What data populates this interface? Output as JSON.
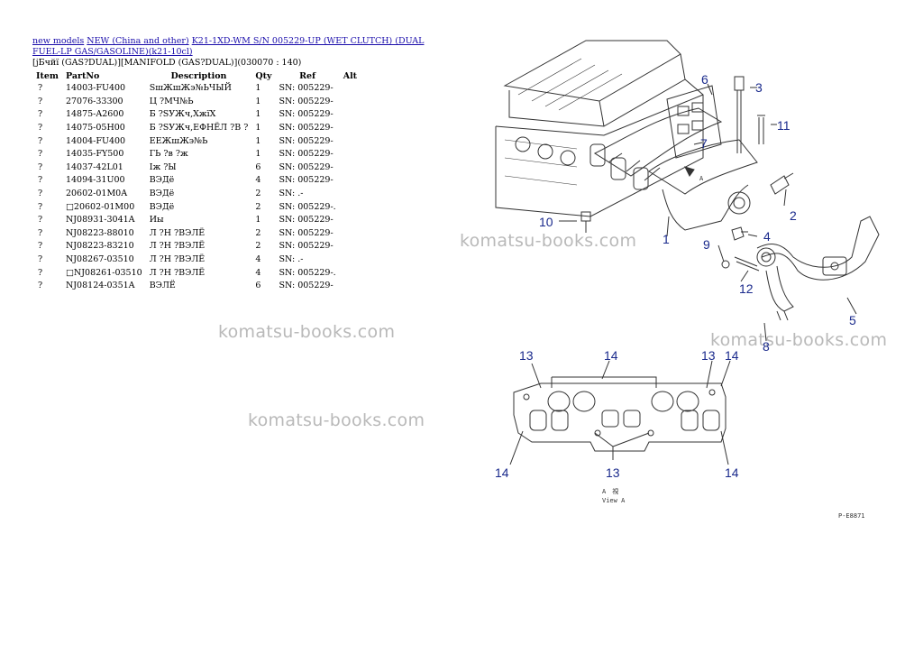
{
  "breadcrumb": {
    "links": [
      "new models",
      "NEW (China and other)",
      "K21-1XD-WM S/N 005229-UP (WET CLUTCH) (DUAL FUEL-LP GAS/GASOLINE)(k21-10cl)"
    ]
  },
  "subtitle": "[јБчйї (GAS?DUAL)][MANIFOLD (GAS?DUAL)](030070 : 140)",
  "table": {
    "headers": [
      "Item",
      "PartNo",
      "Description",
      "Qty",
      "Ref",
      "Alt"
    ],
    "rows": [
      {
        "item": "?",
        "part": "14003-FU400",
        "desc": "SшЖшЖэ№ЬЧЫЙ",
        "qty": "1",
        "ref": "SN: 005229-"
      },
      {
        "item": "?",
        "part": "27076-33300",
        "desc": "Ц ?МЧ№Ь",
        "qty": "1",
        "ref": "SN: 005229-"
      },
      {
        "item": "?",
        "part": "14875-A2600",
        "desc": "Б ?SУЖч,ХжїХ",
        "qty": "1",
        "ref": "SN: 005229-"
      },
      {
        "item": "?",
        "part": "14075-05H00",
        "desc": "Б ?SУЖч,ЕФНЁЛ ?В ?",
        "qty": "1",
        "ref": "SN: 005229-"
      },
      {
        "item": "?",
        "part": "14004-FU400",
        "desc": "ЕЕЖшЖэ№Ь",
        "qty": "1",
        "ref": "SN: 005229-"
      },
      {
        "item": "?",
        "part": "14035-FY500",
        "desc": "ГЬ ?в ?ж",
        "qty": "1",
        "ref": "SN: 005229-"
      },
      {
        "item": "?",
        "part": "14037-42L01",
        "desc": "Іж ?Ы",
        "qty": "6",
        "ref": "SN: 005229-"
      },
      {
        "item": "?",
        "part": "14094-31U00",
        "desc": "ВЭДё",
        "qty": "4",
        "ref": "SN: 005229-"
      },
      {
        "item": "?",
        "part": "20602-01M0A",
        "desc": "ВЭДё",
        "qty": "2",
        "ref": "SN: .-"
      },
      {
        "item": "?",
        "part": "□20602-01M00",
        "desc": "ВЭДё",
        "qty": "2",
        "ref": "SN: 005229-."
      },
      {
        "item": "?",
        "part": "NJ08931-3041A",
        "desc": "Иы",
        "qty": "1",
        "ref": "SN: 005229-"
      },
      {
        "item": "?",
        "part": "NJ08223-88010",
        "desc": "Л ?Н ?ВЭЛЁ",
        "qty": "2",
        "ref": "SN: 005229-"
      },
      {
        "item": "?",
        "part": "NJ08223-83210",
        "desc": "Л ?Н ?ВЭЛЁ",
        "qty": "2",
        "ref": "SN: 005229-"
      },
      {
        "item": "?",
        "part": "NJ08267-03510",
        "desc": "Л ?Н ?ВЭЛЁ",
        "qty": "4",
        "ref": "SN: .-"
      },
      {
        "item": "?",
        "part": "□NJ08261-03510",
        "desc": "Л ?Н ?ВЭЛЁ",
        "qty": "4",
        "ref": "SN: 005229-."
      },
      {
        "item": "?",
        "part": "NJ08124-0351A",
        "desc": "ВЭЛЁ",
        "qty": "6",
        "ref": "SN: 005229-"
      }
    ]
  },
  "watermark": "komatsu-books.com",
  "diagram": {
    "callouts": [
      "1",
      "2",
      "3",
      "4",
      "5",
      "6",
      "7",
      "8",
      "9",
      "10",
      "11",
      "12"
    ],
    "view_callouts": [
      "13",
      "14",
      "13",
      "14",
      "14",
      "13",
      "14"
    ],
    "view_label_jp": "A　視",
    "view_label": "View A",
    "ref_code": "P-E8871",
    "arrow_letter": "A",
    "line_color": "#333333",
    "callout_color": "#1a2a8c"
  }
}
